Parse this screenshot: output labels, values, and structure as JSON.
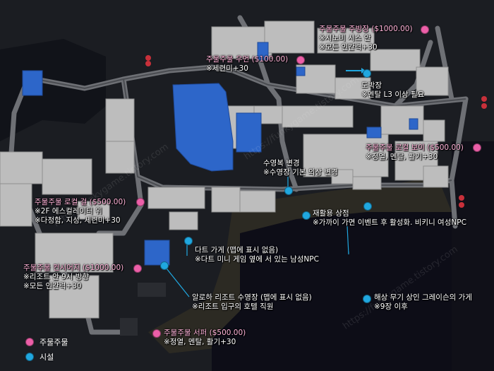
{
  "pins_pink": [
    {
      "title": "주물주물 주방장 ($1000.00)",
      "notes": [
        "※시노비 시스 안",
        "※모든 인간력+30"
      ]
    },
    {
      "title": "주물주물 우먼 ($100.00)",
      "notes": [
        "※세련미+30"
      ]
    },
    {
      "title": "주물주물 로컬 보이 ($500.00)",
      "notes": [
        "※정열, 멘탈, 활기+30"
      ]
    },
    {
      "title": "주물주물 로컬 걸 ($500.00)",
      "notes": [
        "※2F 에스컬레이터 위",
        "※다정함, 지성, 세련미+30"
      ]
    },
    {
      "title": "주물주물 컨시어지 ($1000.00)",
      "notes": [
        "※리조트 안 9시 방향",
        "※모든 인간력+30"
      ]
    },
    {
      "title": "주물주물 서퍼 ($500.00)",
      "notes": [
        "※정열, 멘탈, 활기+30"
      ]
    }
  ],
  "pins_blue": [
    {
      "title": "도박장",
      "notes": [
        "※멘탈 L3 이상 필요"
      ]
    },
    {
      "title": "수영복 변경",
      "notes": [
        "※수영장 기본 의상 변경"
      ]
    },
    {
      "title": "재활용 상점",
      "notes": [
        "※가까이 가면 이벤트 후 활성화. 비키니 여성NPC"
      ]
    },
    {
      "title": "다트 가게 (맵에 표시 없음)",
      "notes": [
        "※다트 미니 게임 옆에 서 있는 남성NPC"
      ]
    },
    {
      "title": "알로하 리조트 수영장 (맵에 표시 없음)",
      "notes": [
        "※리조트 입구의 호텔 직원"
      ]
    },
    {
      "title": "해상 무기 상인 그레이슨의 가게",
      "notes": [
        "※9장 이후"
      ]
    }
  ],
  "legend": {
    "pink_label": "주물주물",
    "blue_label": "시설"
  },
  "colors": {
    "pink": "#ec5fa8",
    "blue": "#20a7df",
    "building": "#bdbdbd",
    "building_blue": "#2d66c9",
    "road": "#6f7176",
    "sand": "#2b2a25",
    "water": "#0c0c16"
  },
  "watermark": "https://funkygame.tistory.com"
}
